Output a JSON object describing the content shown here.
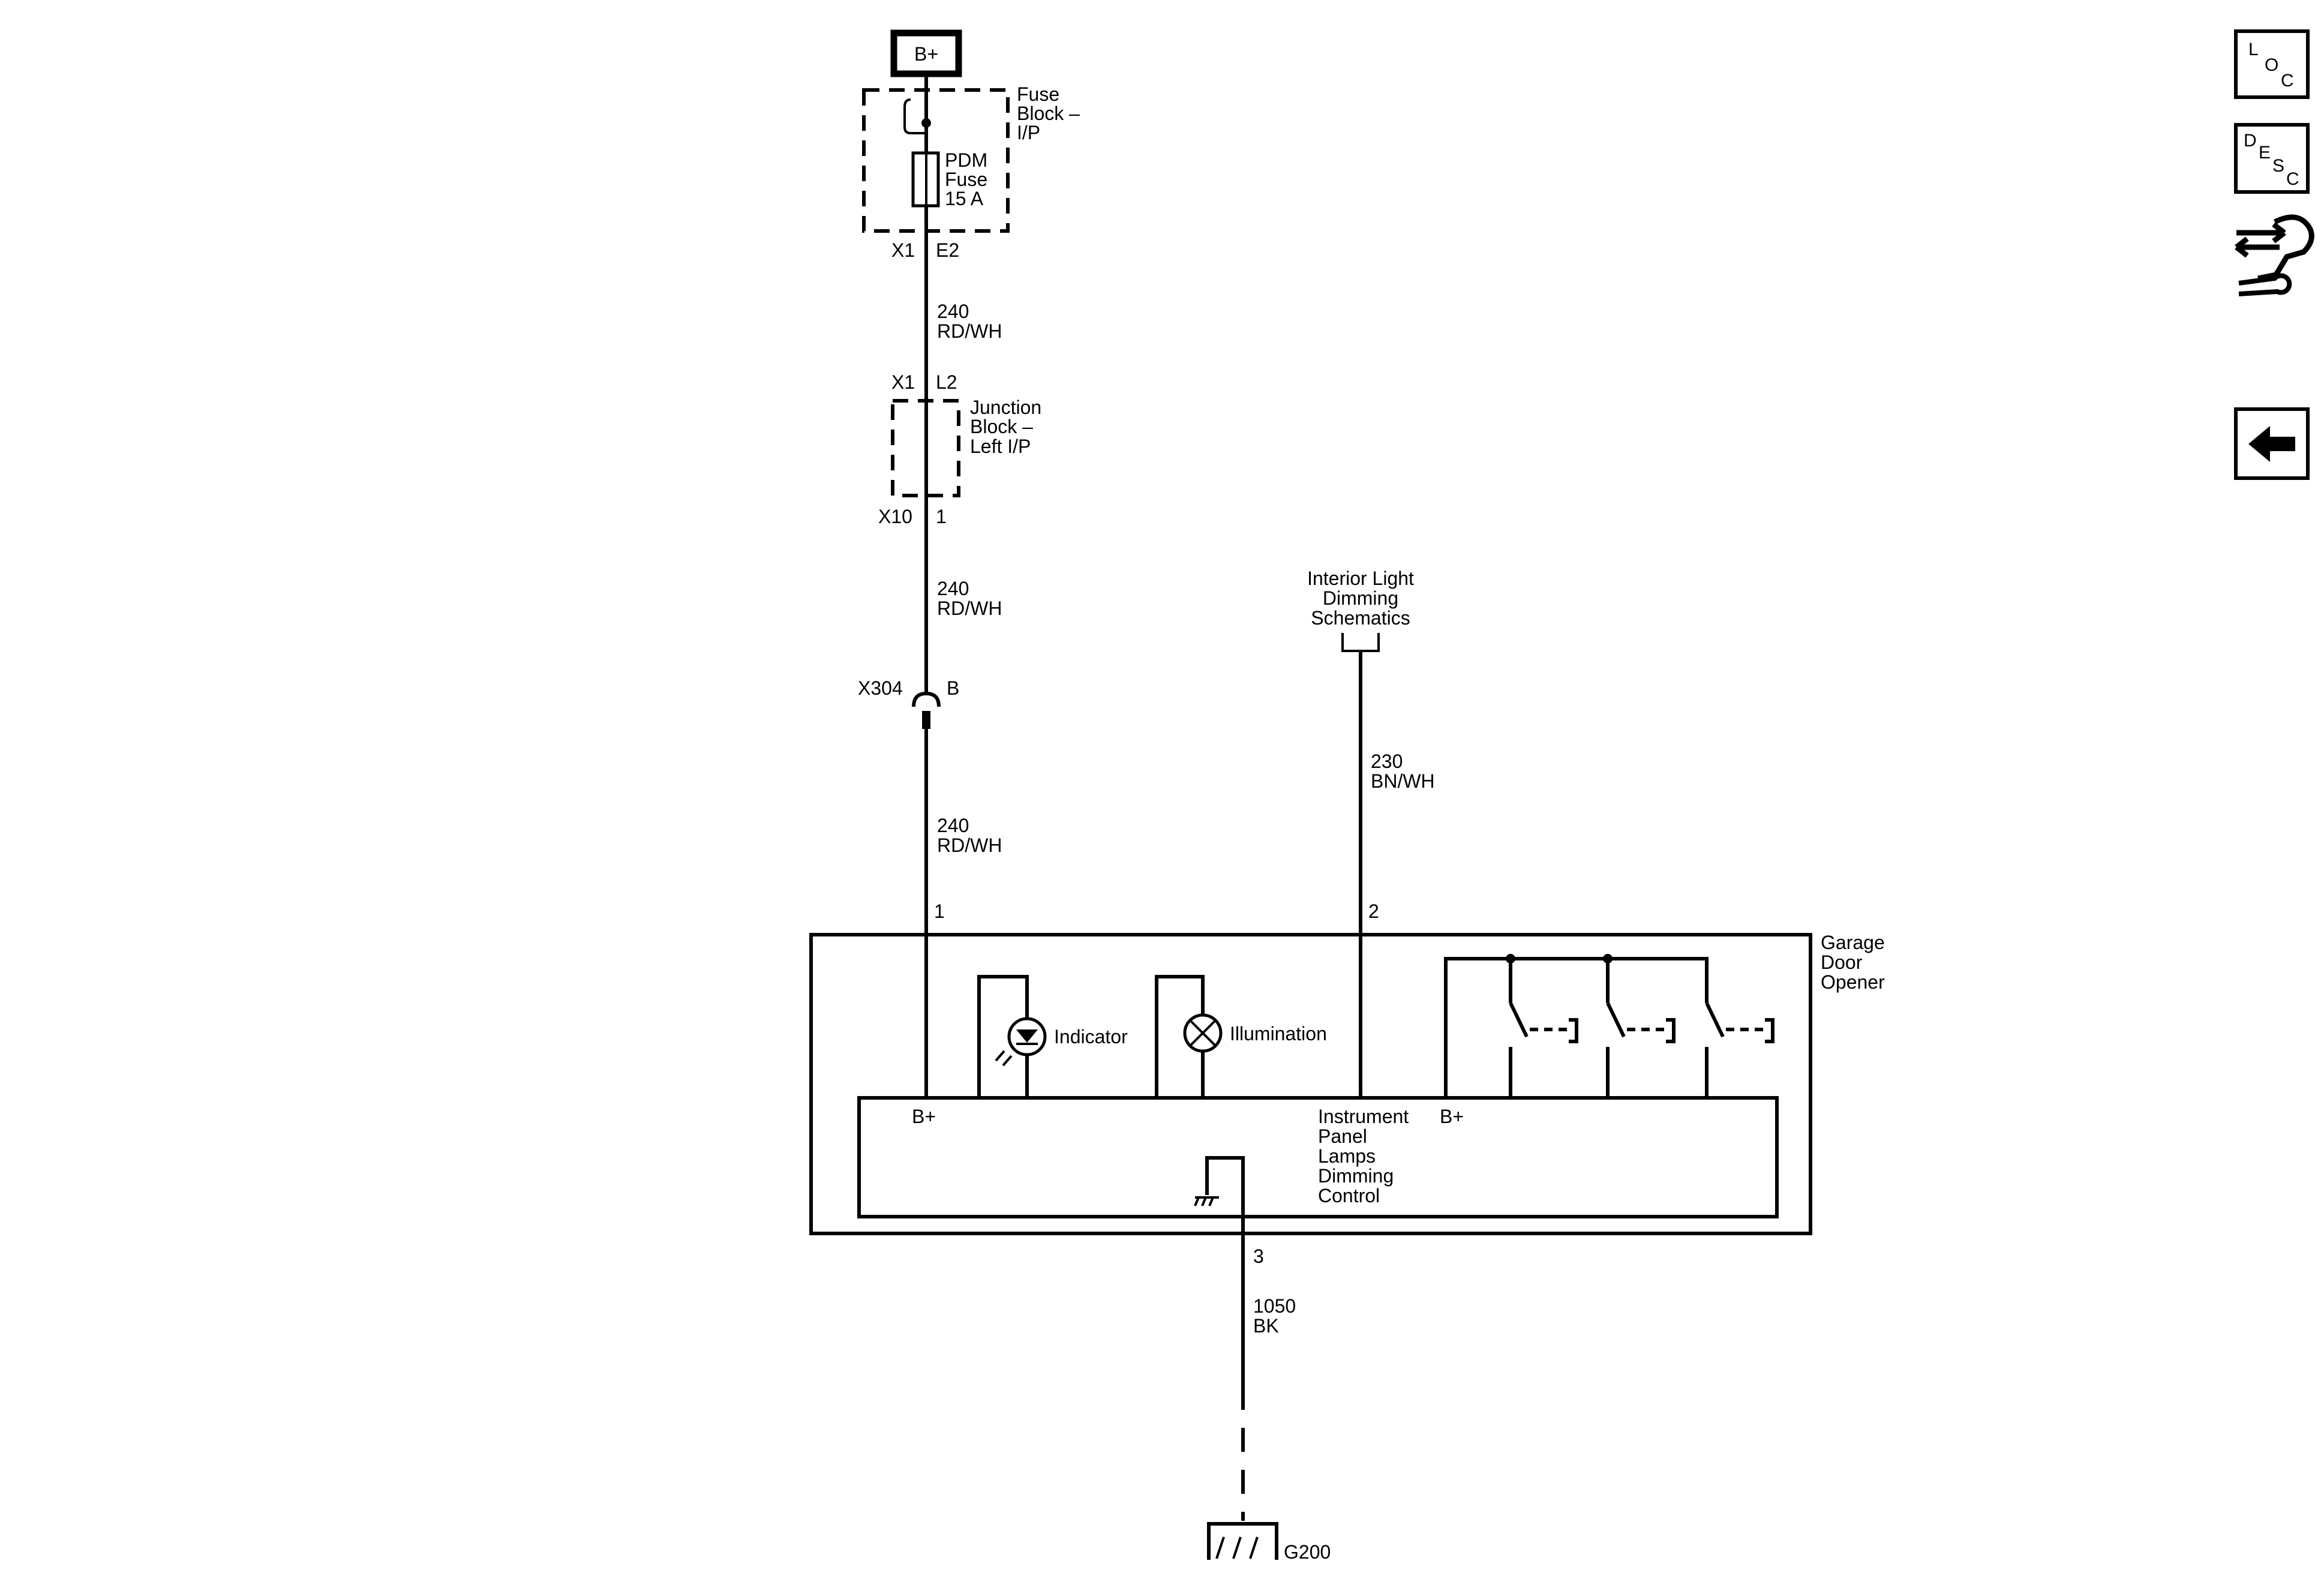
{
  "power_source": "B+",
  "fuse_block": {
    "name": [
      "Fuse",
      "Block –",
      "I/P"
    ],
    "fuse_label": [
      "PDM",
      "Fuse",
      "15 A"
    ],
    "connector": "X1",
    "pin": "E2"
  },
  "wire_240a": {
    "circuit": "240",
    "color": "RD/WH"
  },
  "junction_block": {
    "name": [
      "Junction",
      "Block –",
      "Left I/P"
    ],
    "in_connector": "X1",
    "in_pin": "L2",
    "out_connector": "X10",
    "out_pin": "1"
  },
  "wire_240b": {
    "circuit": "240",
    "color": "RD/WH"
  },
  "inline_connector": {
    "name": "X304",
    "pin": "B"
  },
  "wire_240c": {
    "circuit": "240",
    "color": "RD/WH"
  },
  "dimming_ref": {
    "name": [
      "Interior Light",
      "Dimming",
      "Schematics"
    ]
  },
  "wire_230": {
    "circuit": "230",
    "color": "BN/WH"
  },
  "garage_door_opener": {
    "name": [
      "Garage",
      "Door",
      "Opener"
    ],
    "pin_b_plus": "1",
    "pin_dimming": "2",
    "pin_ground": "3",
    "indicator_label": "Indicator",
    "illumination_label": "Illumination",
    "b_plus_label_left": "B+",
    "b_plus_label_right": "B+",
    "dimming_control_label": [
      "Instrument",
      "Panel",
      "Lamps",
      "Dimming",
      "Control"
    ]
  },
  "wire_1050": {
    "circuit": "1050",
    "color": "BK"
  },
  "ground": {
    "name": "G200"
  },
  "nav": {
    "loc": [
      "L",
      "O",
      "C"
    ],
    "desc": [
      "D",
      "E",
      "S",
      "C"
    ]
  }
}
